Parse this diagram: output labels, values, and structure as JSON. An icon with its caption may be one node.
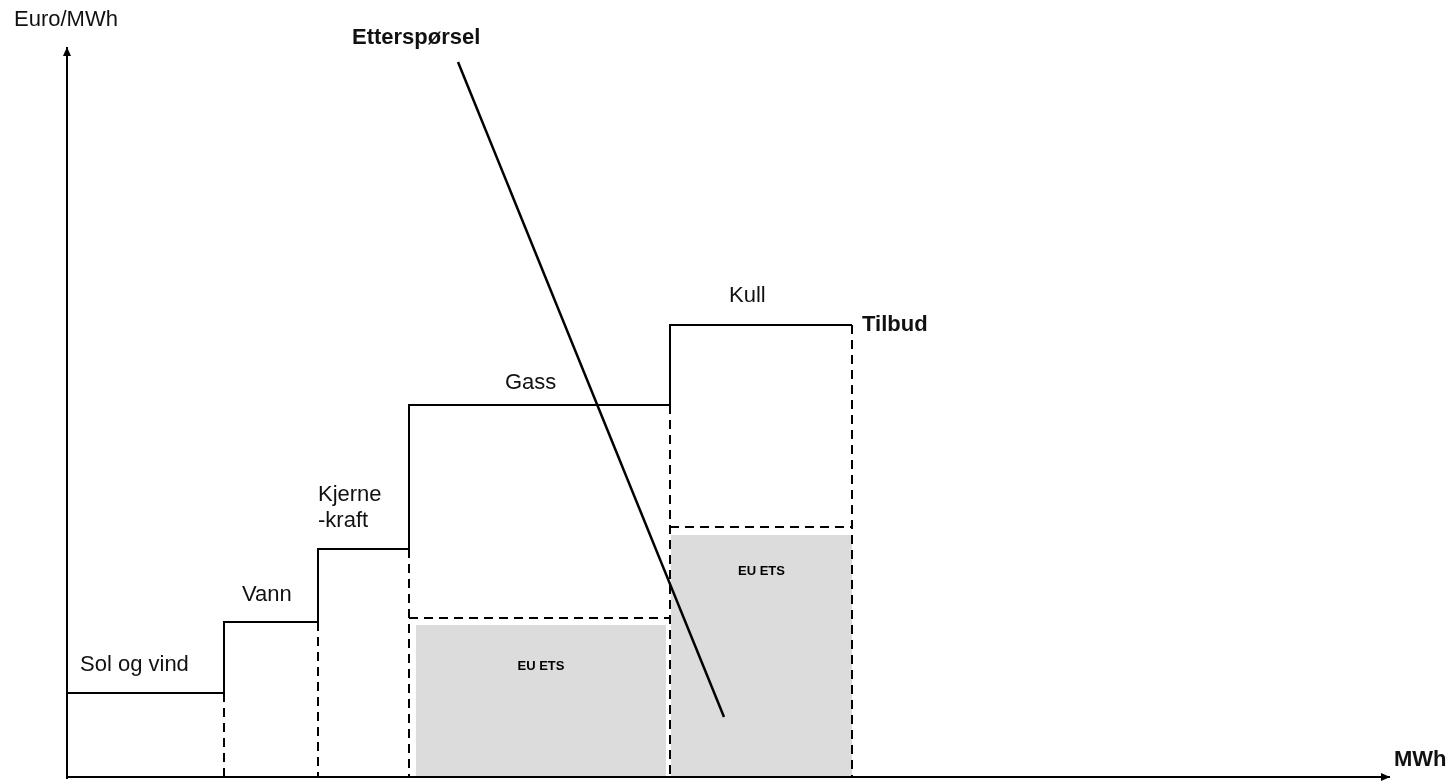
{
  "diagram": {
    "nodes": [
      {
        "text": [
          "EU ETS"
        ]
      },
      {
        "text": [
          "EU ETS"
        ]
      }
    ],
    "labels": [
      "Euro/MWh",
      "Etterspørsel",
      "Kull",
      "Tilbud",
      "Gass",
      "Kjerne -kraft",
      "Vann",
      "Sol og vind",
      "MWh"
    ]
  }
}
